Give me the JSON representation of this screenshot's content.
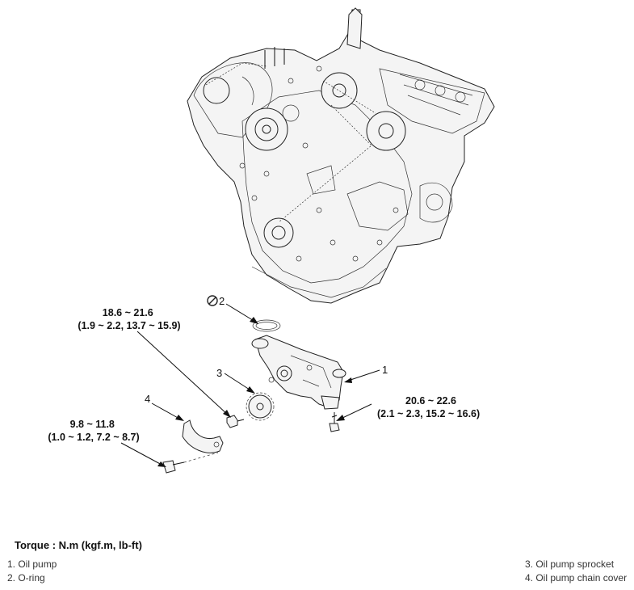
{
  "callouts": [
    {
      "number": "1"
    },
    {
      "number": "2"
    },
    {
      "number": "3"
    },
    {
      "number": "4"
    }
  ],
  "torques": [
    {
      "line1": "18.6 ~ 21.6",
      "line2": "(1.9 ~ 2.2, 13.7 ~ 15.9)"
    },
    {
      "line1": "20.6 ~ 22.6",
      "line2": "(2.1 ~ 2.3, 15.2 ~ 16.6)"
    },
    {
      "line1": "9.8 ~ 11.8",
      "line2": "(1.0 ~ 1.2, 7.2 ~ 8.7)"
    }
  ],
  "icons": {
    "replace": "no-reuse-icon"
  },
  "legend": {
    "title": "Torque : N.m (kgf.m, lb-ft)",
    "items": [
      {
        "text": "1. Oil pump"
      },
      {
        "text": "2. O-ring"
      },
      {
        "text": "3. Oil pump sprocket"
      },
      {
        "text": "4. Oil pump chain cover"
      }
    ]
  }
}
